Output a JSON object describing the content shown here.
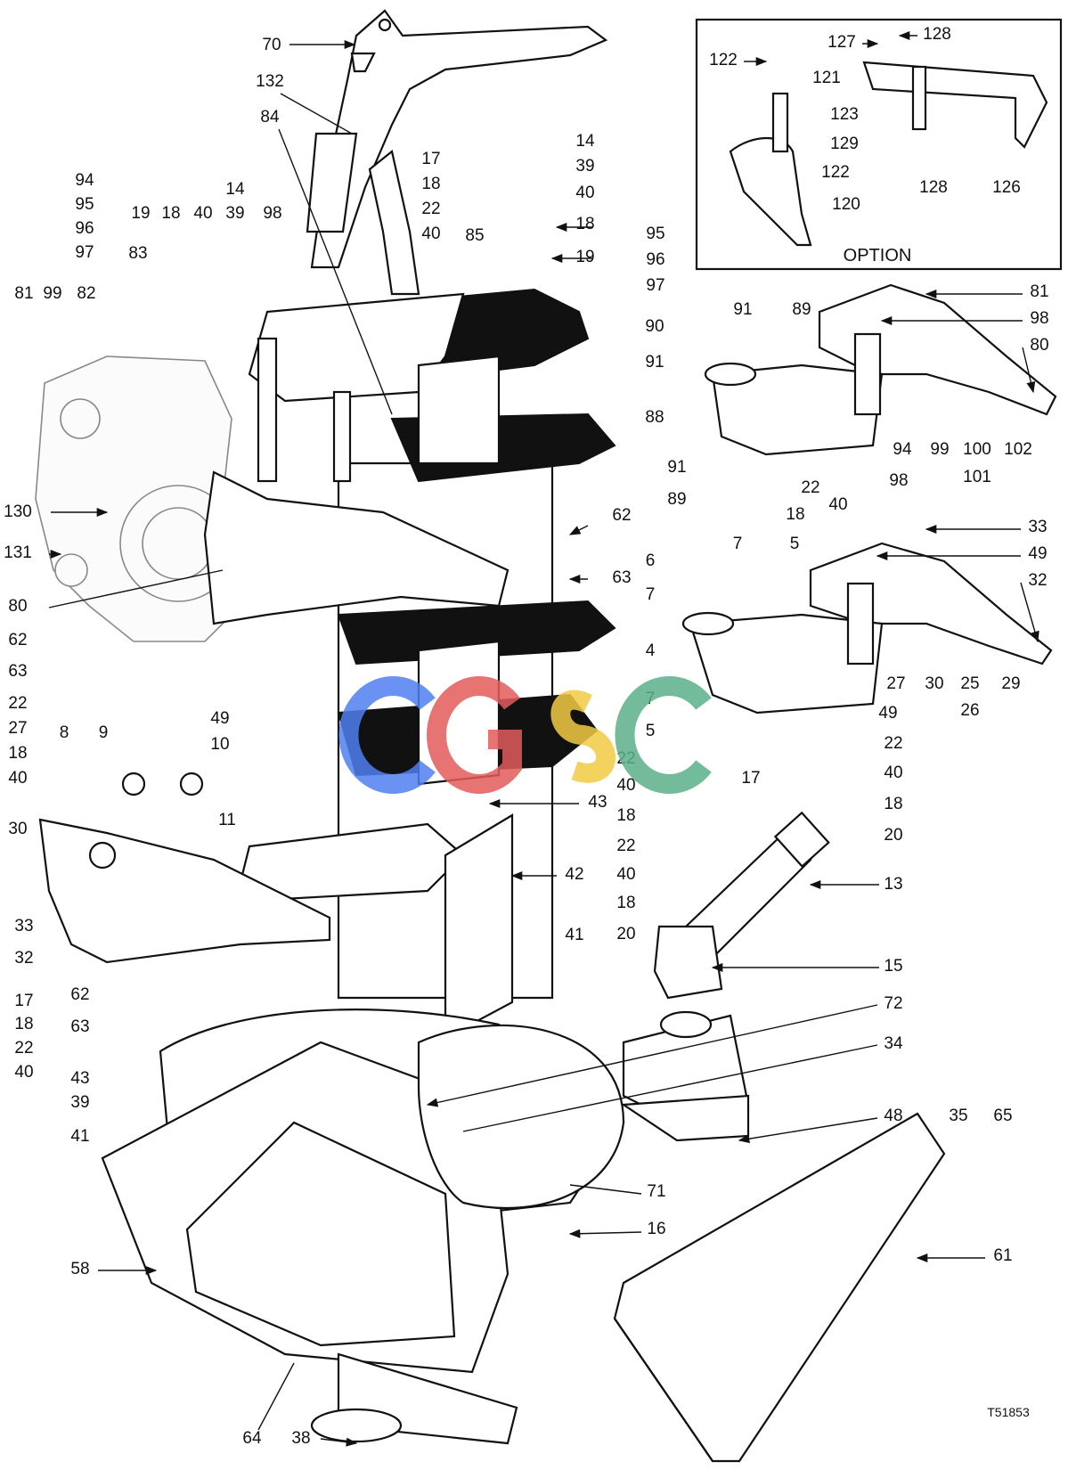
{
  "diagram": {
    "option_label": "OPTION",
    "figure_code": "T51853",
    "watermark": "CGSC",
    "labels": [
      [
        "70",
        305,
        56
      ],
      [
        "132",
        303,
        97
      ],
      [
        "84",
        303,
        137
      ],
      [
        "94",
        95,
        208
      ],
      [
        "95",
        95,
        235
      ],
      [
        "96",
        95,
        262
      ],
      [
        "97",
        95,
        289
      ],
      [
        "14",
        264,
        218
      ],
      [
        "19",
        158,
        245
      ],
      [
        "18",
        192,
        245
      ],
      [
        "40",
        228,
        245
      ],
      [
        "39",
        264,
        245
      ],
      [
        "98",
        306,
        245
      ],
      [
        "83",
        155,
        290
      ],
      [
        "81",
        27,
        335
      ],
      [
        "99",
        59,
        335
      ],
      [
        "82",
        97,
        335
      ],
      [
        "17",
        484,
        184
      ],
      [
        "18",
        484,
        212
      ],
      [
        "22",
        484,
        240
      ],
      [
        "40",
        484,
        268
      ],
      [
        "85",
        533,
        270
      ],
      [
        "14",
        657,
        164
      ],
      [
        "39",
        657,
        192
      ],
      [
        "40",
        657,
        222
      ],
      [
        "18",
        657,
        257
      ],
      [
        "19",
        657,
        294
      ],
      [
        "95",
        736,
        268
      ],
      [
        "96",
        736,
        297
      ],
      [
        "97",
        736,
        326
      ],
      [
        "81",
        1167,
        333
      ],
      [
        "98",
        1167,
        363
      ],
      [
        "80",
        1167,
        393
      ],
      [
        "91",
        834,
        353
      ],
      [
        "89",
        900,
        353
      ],
      [
        "90",
        735,
        372
      ],
      [
        "91",
        735,
        412
      ],
      [
        "88",
        735,
        474
      ],
      [
        "94",
        1013,
        510
      ],
      [
        "99",
        1055,
        510
      ],
      [
        "100",
        1097,
        510
      ],
      [
        "102",
        1143,
        510
      ],
      [
        "101",
        1097,
        541
      ],
      [
        "91",
        760,
        530
      ],
      [
        "98",
        1009,
        545
      ],
      [
        "89",
        760,
        566
      ],
      [
        "22",
        910,
        553
      ],
      [
        "18",
        893,
        583
      ],
      [
        "40",
        941,
        572
      ],
      [
        "130",
        20,
        580
      ],
      [
        "131",
        20,
        626
      ],
      [
        "80",
        20,
        686
      ],
      [
        "62",
        698,
        584
      ],
      [
        "63",
        698,
        654
      ],
      [
        "33",
        1165,
        597
      ],
      [
        "49",
        1165,
        627
      ],
      [
        "32",
        1165,
        657
      ],
      [
        "7",
        828,
        616
      ],
      [
        "5",
        892,
        616
      ],
      [
        "6",
        730,
        635
      ],
      [
        "7",
        730,
        673
      ],
      [
        "4",
        730,
        736
      ],
      [
        "27",
        1006,
        773
      ],
      [
        "30",
        1049,
        773
      ],
      [
        "25",
        1089,
        773
      ],
      [
        "29",
        1135,
        773
      ],
      [
        "26",
        1089,
        803
      ],
      [
        "62",
        20,
        724
      ],
      [
        "63",
        20,
        759
      ],
      [
        "22",
        20,
        795
      ],
      [
        "27",
        20,
        823
      ],
      [
        "18",
        20,
        851
      ],
      [
        "40",
        20,
        879
      ],
      [
        "8",
        72,
        828
      ],
      [
        "9",
        116,
        828
      ],
      [
        "49",
        247,
        812
      ],
      [
        "10",
        247,
        841
      ],
      [
        "11",
        255,
        926
      ],
      [
        "30",
        20,
        936
      ],
      [
        "33",
        27,
        1045
      ],
      [
        "32",
        27,
        1081
      ],
      [
        "7",
        730,
        790
      ],
      [
        "5",
        730,
        826
      ],
      [
        "49",
        997,
        806
      ],
      [
        "22",
        703,
        857
      ],
      [
        "40",
        703,
        887
      ],
      [
        "18",
        703,
        921
      ],
      [
        "17",
        843,
        879
      ],
      [
        "43",
        671,
        906
      ],
      [
        "22",
        1003,
        840
      ],
      [
        "40",
        1003,
        873
      ],
      [
        "18",
        1003,
        908
      ],
      [
        "20",
        1003,
        943
      ],
      [
        "22",
        703,
        955
      ],
      [
        "40",
        703,
        987
      ],
      [
        "18",
        703,
        1019
      ],
      [
        "20",
        703,
        1054
      ],
      [
        "42",
        645,
        987
      ],
      [
        "13",
        1003,
        998
      ],
      [
        "41",
        645,
        1055
      ],
      [
        "15",
        1003,
        1090
      ],
      [
        "17",
        27,
        1129
      ],
      [
        "18",
        27,
        1155
      ],
      [
        "22",
        27,
        1182
      ],
      [
        "40",
        27,
        1209
      ],
      [
        "62",
        90,
        1122
      ],
      [
        "63",
        90,
        1158
      ],
      [
        "43",
        90,
        1216
      ],
      [
        "39",
        90,
        1243
      ],
      [
        "41",
        90,
        1281
      ],
      [
        "72",
        1003,
        1132
      ],
      [
        "34",
        1003,
        1177
      ],
      [
        "48",
        1003,
        1258
      ],
      [
        "35",
        1076,
        1258
      ],
      [
        "65",
        1126,
        1258
      ],
      [
        "71",
        737,
        1343
      ],
      [
        "16",
        737,
        1385
      ],
      [
        "61",
        1126,
        1415
      ],
      [
        "58",
        90,
        1430
      ],
      [
        "64",
        283,
        1620
      ],
      [
        "38",
        338,
        1620
      ]
    ],
    "option_labels": [
      [
        "122",
        812,
        73
      ],
      [
        "127",
        945,
        53
      ],
      [
        "128",
        1052,
        44
      ],
      [
        "121",
        928,
        93
      ],
      [
        "123",
        948,
        134
      ],
      [
        "129",
        948,
        167
      ],
      [
        "122",
        938,
        199
      ],
      [
        "128",
        1048,
        216
      ],
      [
        "126",
        1130,
        216
      ],
      [
        "120",
        950,
        235
      ]
    ]
  }
}
